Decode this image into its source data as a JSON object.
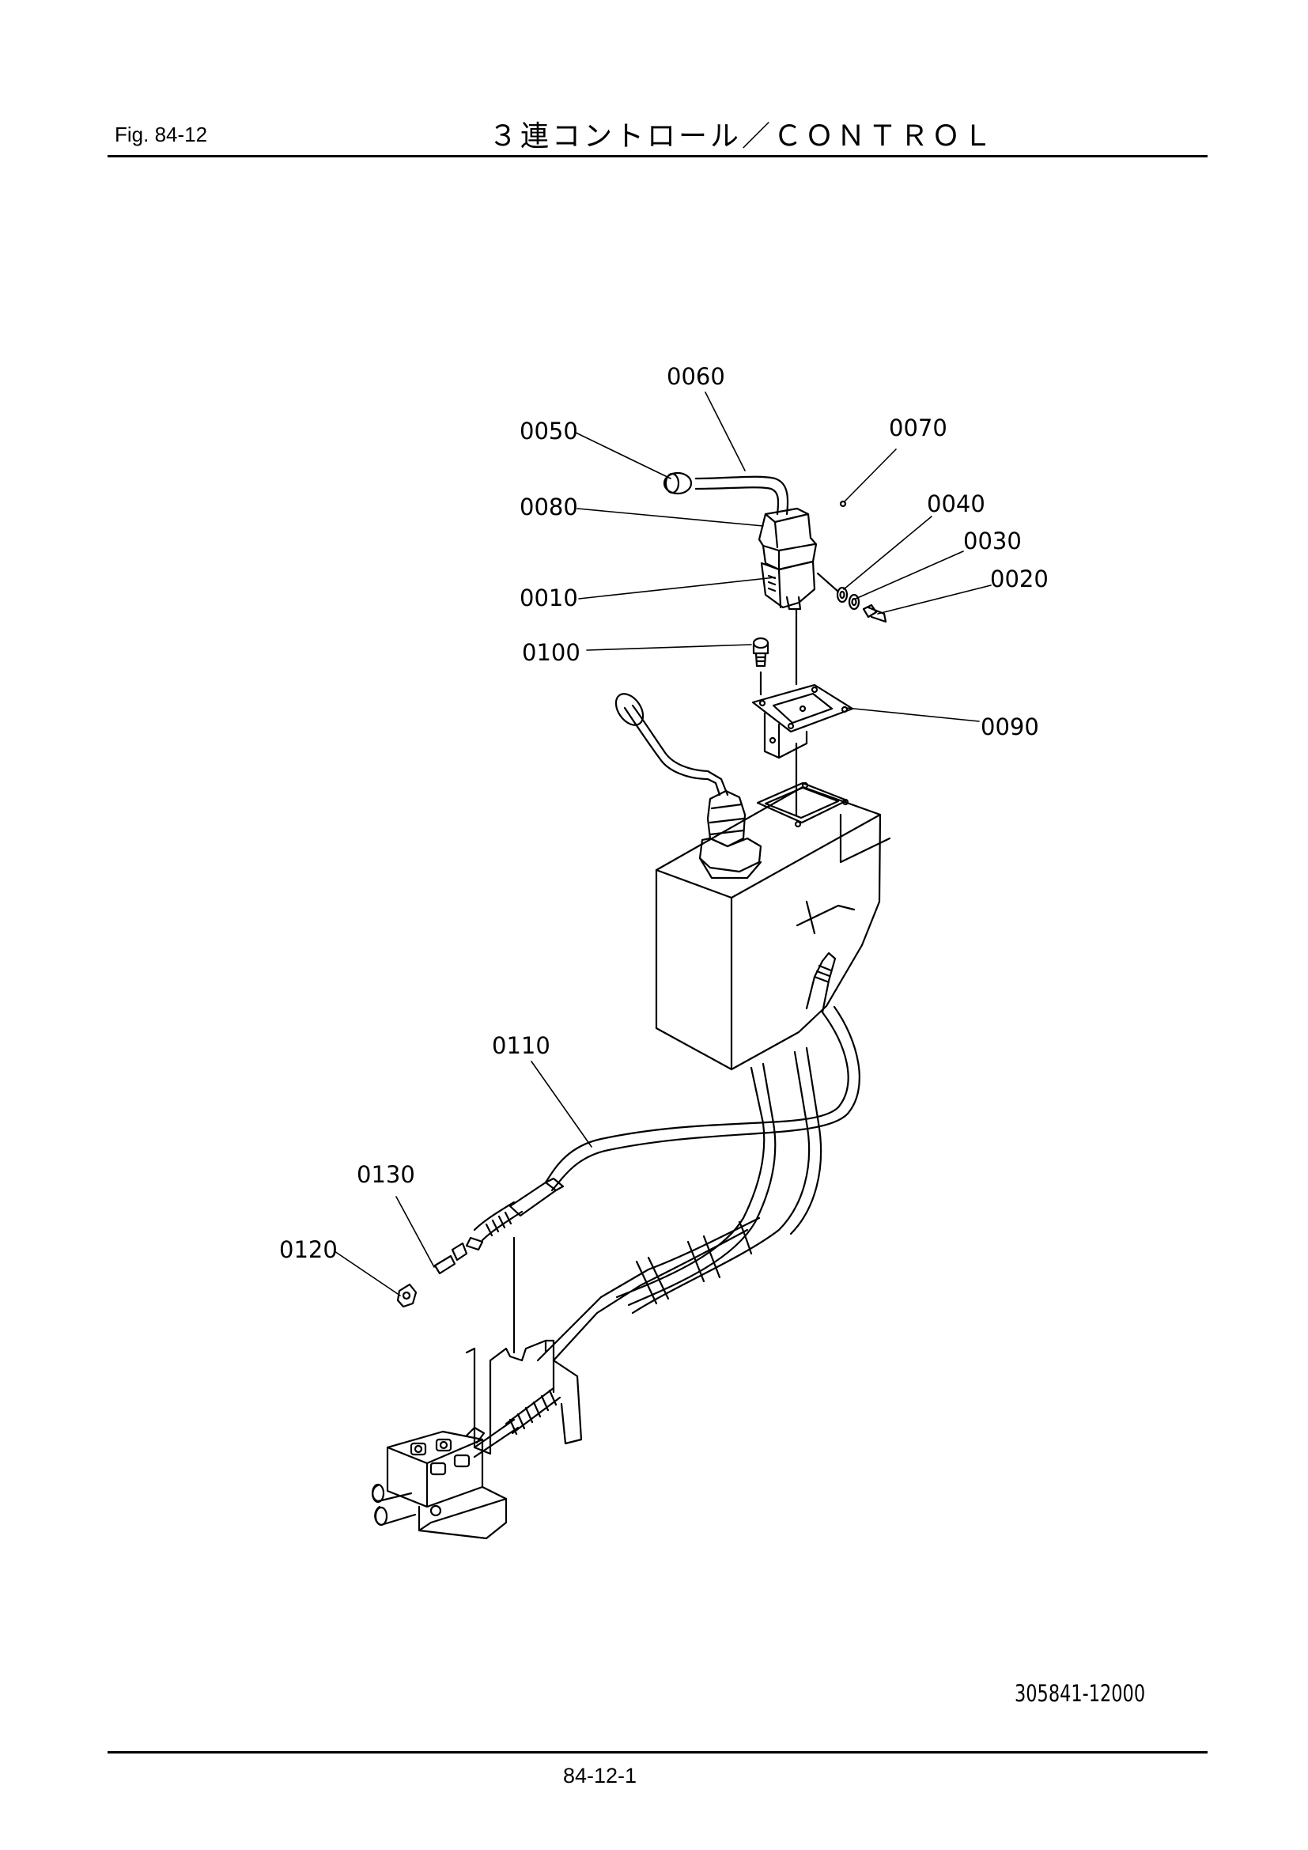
{
  "header": {
    "fig_label": "Fig.  84-12",
    "title": "３連コントロール／ＣＯＮＴＲＯＬ"
  },
  "callouts": [
    {
      "id": "0060",
      "label": "0060"
    },
    {
      "id": "0050",
      "label": "0050"
    },
    {
      "id": "0070",
      "label": "0070"
    },
    {
      "id": "0080",
      "label": "0080"
    },
    {
      "id": "0040",
      "label": "0040"
    },
    {
      "id": "0030",
      "label": "0030"
    },
    {
      "id": "0020",
      "label": "0020"
    },
    {
      "id": "0010",
      "label": "0010"
    },
    {
      "id": "0100",
      "label": "0100"
    },
    {
      "id": "0090",
      "label": "0090"
    },
    {
      "id": "0110",
      "label": "0110"
    },
    {
      "id": "0130",
      "label": "0130"
    },
    {
      "id": "0120",
      "label": "0120"
    }
  ],
  "footer": {
    "drawing_number": "305841-12000",
    "page_number": "84-12-1"
  }
}
